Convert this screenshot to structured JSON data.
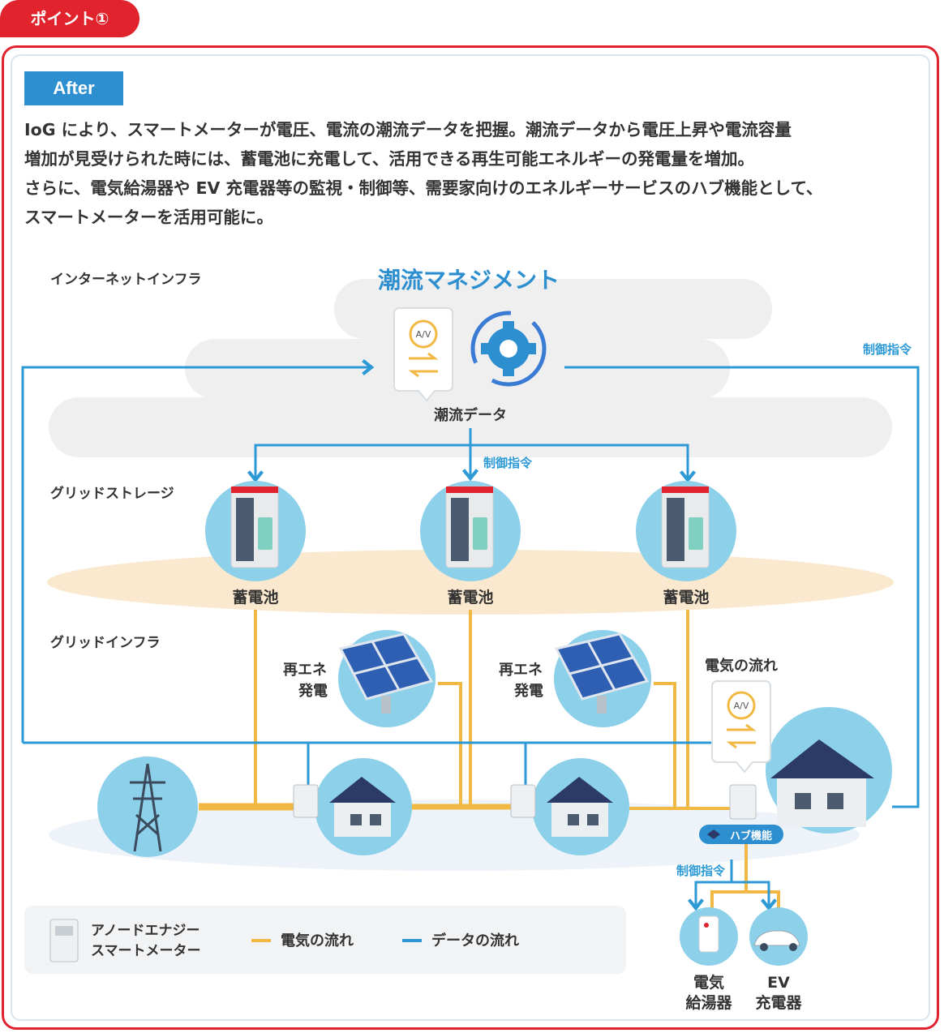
{
  "tab_label": "ポイント①",
  "after_label": "After",
  "description": [
    "IoG により、スマートメーターが電圧、電流の潮流データを把握。潮流データから電圧上昇や電流容量",
    "増加が見受けられた時には、蓄電池に充電して、活用できる再生可能エネルギーの発電量を増加。",
    "さらに、電気給湯器や EV 充電器等の監視・制御等、需要家向けのエネルギーサービスのハブ機能として、",
    "スマートメーターを活用可能に。"
  ],
  "layers": {
    "internet": "インターネットインフラ",
    "storage": "グリッドストレージ",
    "grid": "グリッドインフラ"
  },
  "management_title": "潮流マネジメント",
  "flow_data_label": "潮流データ",
  "av_label": "A/V",
  "control_command": "制御指令",
  "battery_label": "蓄電池",
  "solar_label": [
    "再エネ",
    "発電"
  ],
  "power_flow_label": "電気の流れ",
  "hub_label": "ハブ機能",
  "water_heater_label": [
    "電気",
    "給湯器"
  ],
  "ev_label": [
    "EV",
    "充電器"
  ],
  "legend": {
    "meter": [
      "アノードエナジー",
      "スマートメーター"
    ],
    "power": "電気の流れ",
    "data": "データの流れ"
  },
  "colors": {
    "accent_red": "#e0232d",
    "data_blue": "#2d9ad6",
    "power_orange": "#f2b844",
    "circle_blue": "#8dd0ea"
  }
}
